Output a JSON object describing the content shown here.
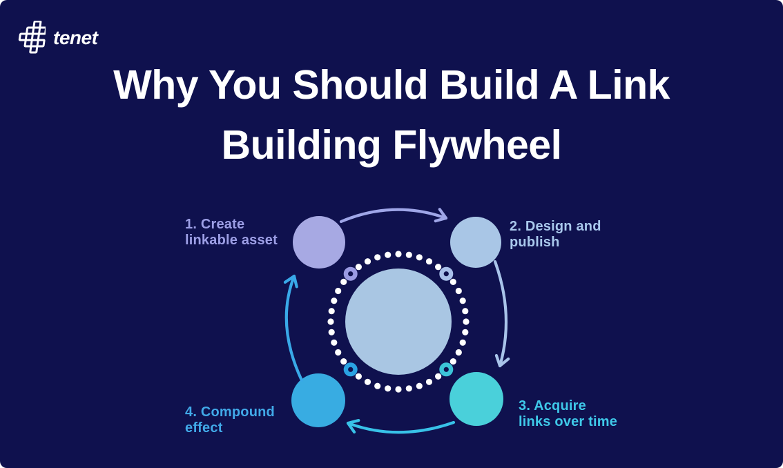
{
  "background_color": "#0f114e",
  "logo": {
    "brand": "tenet",
    "icon": "tenet-lattice-icon",
    "color": "#ffffff"
  },
  "title": {
    "line1": "Why You Should Build A Link",
    "line2": "Building Flywheel",
    "color": "#ffffff"
  },
  "diagram": {
    "center_circle": {
      "color": "#a9c6e3"
    },
    "dot_ring": {
      "count": 40,
      "color": "#ffffff",
      "skip_angles": [
        45,
        135,
        225,
        315
      ]
    },
    "ring_markers": [
      {
        "position": "top-left",
        "color": "#9a9ae2"
      },
      {
        "position": "top-right",
        "color": "#a9c0ea"
      },
      {
        "position": "bottom-right",
        "color": "#3cc4d8"
      },
      {
        "position": "bottom-left",
        "color": "#2aa2e2"
      }
    ],
    "steps": [
      {
        "num": 1,
        "label_line1": "1. Create",
        "label_line2": "linkable asset",
        "node_color": "#a7a9e3",
        "label_color": "#9d9fe6",
        "position": "top-left"
      },
      {
        "num": 2,
        "label_line1": "2. Design and",
        "label_line2": "publish",
        "node_color": "#a9c6e6",
        "label_color": "#a9c8ec",
        "position": "top-right"
      },
      {
        "num": 3,
        "label_line1": "3. Acquire",
        "label_line2": "links over time",
        "node_color": "#4ad0da",
        "label_color": "#3fc9e9",
        "position": "bottom-right"
      },
      {
        "num": 4,
        "label_line1": "4. Compound",
        "label_line2": "effect",
        "node_color": "#38ace2",
        "label_color": "#41a9e8",
        "position": "bottom-left"
      }
    ],
    "arrows": [
      {
        "from": 1,
        "to": 2,
        "color": "#9fa6e8"
      },
      {
        "from": 2,
        "to": 3,
        "color": "#a9c4ea"
      },
      {
        "from": 3,
        "to": 4,
        "color": "#38c2e8"
      },
      {
        "from": 4,
        "to": 1,
        "color": "#39a9e8"
      }
    ]
  }
}
